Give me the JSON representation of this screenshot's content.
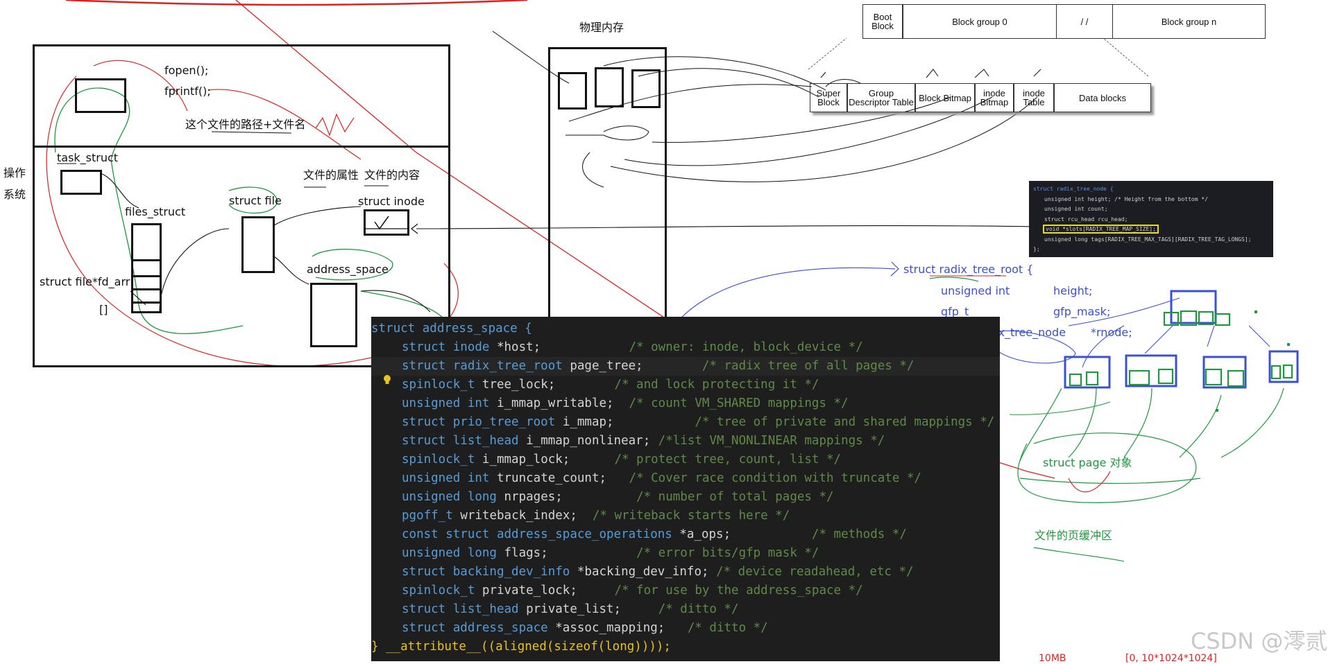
{
  "labels": {
    "physical_memory": "物理内存",
    "fopen": "fopen();",
    "fprintf": "fprintf();",
    "file_path": "这个文件的路径+文件名",
    "os_line1": "操作",
    "os_line2": "系统",
    "task_struct": "task_struct",
    "files_struct": "files_struct",
    "fd_arr": "struct file*fd_arr",
    "fd_brackets": "[]",
    "struct_file": "struct file",
    "file_attr": "文件的属性",
    "file_content": "文件的内容",
    "struct_inode": "struct inode",
    "address_space": "address_space",
    "page_obj": "struct page 对象",
    "page_cache": "文件的页缓冲区",
    "size_note": "10MB",
    "size_note2": "[0, 10*1024*1024]",
    "watermark": "CSDN @澪贰"
  },
  "ext2": {
    "top_row": [
      "Boot Block",
      "Block group 0",
      "Block group n"
    ],
    "bottom_row": [
      "Super Block",
      "Group Descriptor Table",
      "Block Bitmap",
      "inode Bitmap",
      "inode Table",
      "Data blocks"
    ]
  },
  "radix_root": {
    "header": "struct radix_tree_root {",
    "rows": [
      [
        "unsigned int",
        "height;"
      ],
      [
        "gfp_t",
        "gfp_mask;"
      ],
      [
        "struct radix_tree_node",
        "*rnode;"
      ]
    ]
  },
  "radix_node_snippet": [
    "struct radix_tree_node {",
    "unsigned int    height;    /* Height from the bottom */",
    "unsigned int    count;",
    "struct rcu_head rcu_head;",
    "void         *slots[RADIX_TREE_MAP_SIZE];",
    "unsigned long   tags[RADIX_TREE_MAX_TAGS][RADIX_TREE_TAG_LONGS];",
    "};"
  ],
  "code": {
    "header": "struct address_space {",
    "lines": [
      {
        "type": "struct inode",
        "field": "*host;",
        "comment": "/* owner: inode, block_device */"
      },
      {
        "type": "struct radix_tree_root",
        "field": "page_tree;",
        "comment": "/* radix tree of all pages */"
      },
      {
        "type": "spinlock_t",
        "field": "tree_lock;",
        "comment": "/* and lock protecting it */"
      },
      {
        "type": "unsigned int",
        "field": "i_mmap_writable;",
        "comment": "/* count VM_SHARED mappings */"
      },
      {
        "type": "struct prio_tree_root",
        "field": "i_mmap;",
        "comment": "/* tree of private and shared mappings */"
      },
      {
        "type": "struct list_head",
        "field": "i_mmap_nonlinear;",
        "comment": "/*list VM_NONLINEAR mappings */"
      },
      {
        "type": "spinlock_t",
        "field": "i_mmap_lock;",
        "comment": "/* protect tree, count, list */"
      },
      {
        "type": "unsigned int",
        "field": "truncate_count;",
        "comment": "/* Cover race condition with truncate */"
      },
      {
        "type": "unsigned long",
        "field": "nrpages;",
        "comment": "/* number of total pages */"
      },
      {
        "type": "pgoff_t",
        "field": "writeback_index;",
        "comment": "/* writeback starts here */"
      },
      {
        "type": "const struct address_space_operations",
        "field": "*a_ops;",
        "comment": "/* methods */"
      },
      {
        "type": "unsigned long",
        "field": "flags;",
        "comment": "/* error bits/gfp mask */"
      },
      {
        "type": "struct backing_dev_info",
        "field": "*backing_dev_info;",
        "comment": "/* device readahead, etc */"
      },
      {
        "type": "spinlock_t",
        "field": "private_lock;",
        "comment": "/* for use by the address_space */"
      },
      {
        "type": "struct list_head",
        "field": "private_list;",
        "comment": "/* ditto */"
      },
      {
        "type": "struct address_space",
        "field": "*assoc_mapping;",
        "comment": "/* ditto */"
      }
    ],
    "footer": "} __attribute__((aligned(sizeof(long))));"
  }
}
